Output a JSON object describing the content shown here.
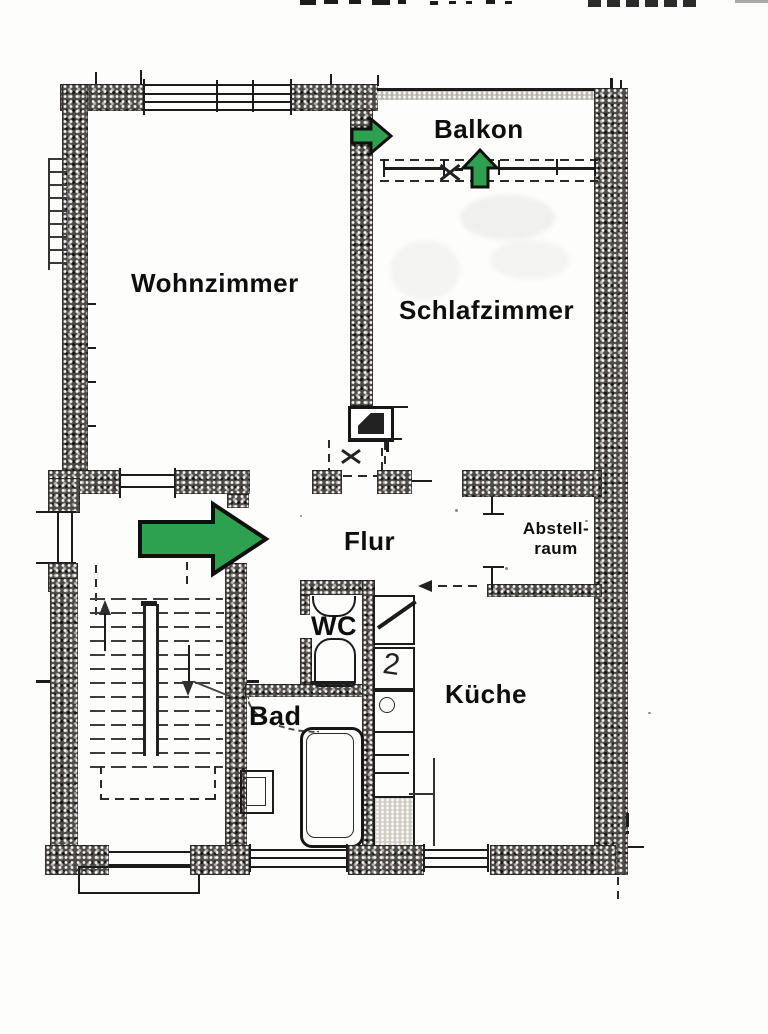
{
  "rooms": {
    "balkon": {
      "label": "Balkon"
    },
    "wohnzimmer": {
      "label": "Wohnzimmer"
    },
    "schlafzimmer": {
      "label": "Schlafzimmer"
    },
    "flur": {
      "label": "Flur"
    },
    "abstellraum": {
      "line1": "Abstell-",
      "line2": "raum"
    },
    "wc": {
      "label": "WC"
    },
    "bad": {
      "label": "Bad"
    },
    "kueche": {
      "label": "Küche"
    }
  },
  "marks": {
    "kueche_door_swing": "2"
  },
  "colors": {
    "arrow_fill": "#2ea151",
    "arrow_outline": "#101010",
    "wall_dark": "#4e4a45",
    "line": "#1c1c1c"
  }
}
